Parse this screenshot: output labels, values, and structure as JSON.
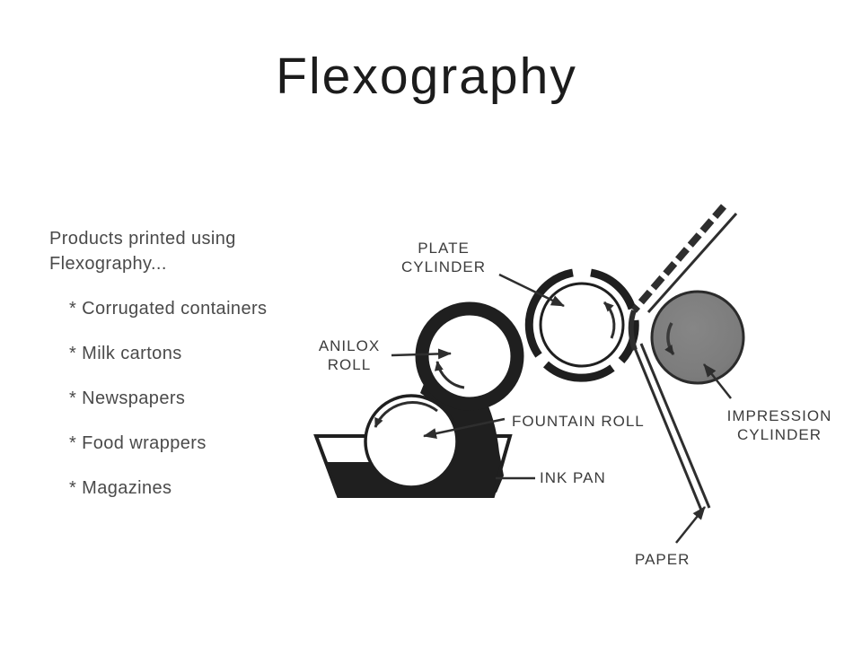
{
  "title": "Flexography",
  "products": {
    "intro": [
      "Products printed using",
      "Flexography..."
    ],
    "items": [
      "* Corrugated containers",
      "* Milk cartons",
      "* Newspapers",
      "* Food wrappers",
      "* Magazines"
    ]
  },
  "diagram": {
    "labels": {
      "plate": [
        "PLATE",
        "CYLINDER"
      ],
      "anilox": [
        "ANILOX",
        "ROLL"
      ],
      "fountain": "FOUNTAIN ROLL",
      "ink_pan": "INK PAN",
      "impression": [
        "IMPRESSION",
        "CYLINDER"
      ],
      "paper": "PAPER"
    },
    "colors": {
      "ink": "#1f1f1f",
      "line": "#2e2e2e",
      "impression_fill": "#7c7c7c",
      "impression_edge": "#2b2b2b",
      "label_text": "#3c3c3c"
    }
  }
}
